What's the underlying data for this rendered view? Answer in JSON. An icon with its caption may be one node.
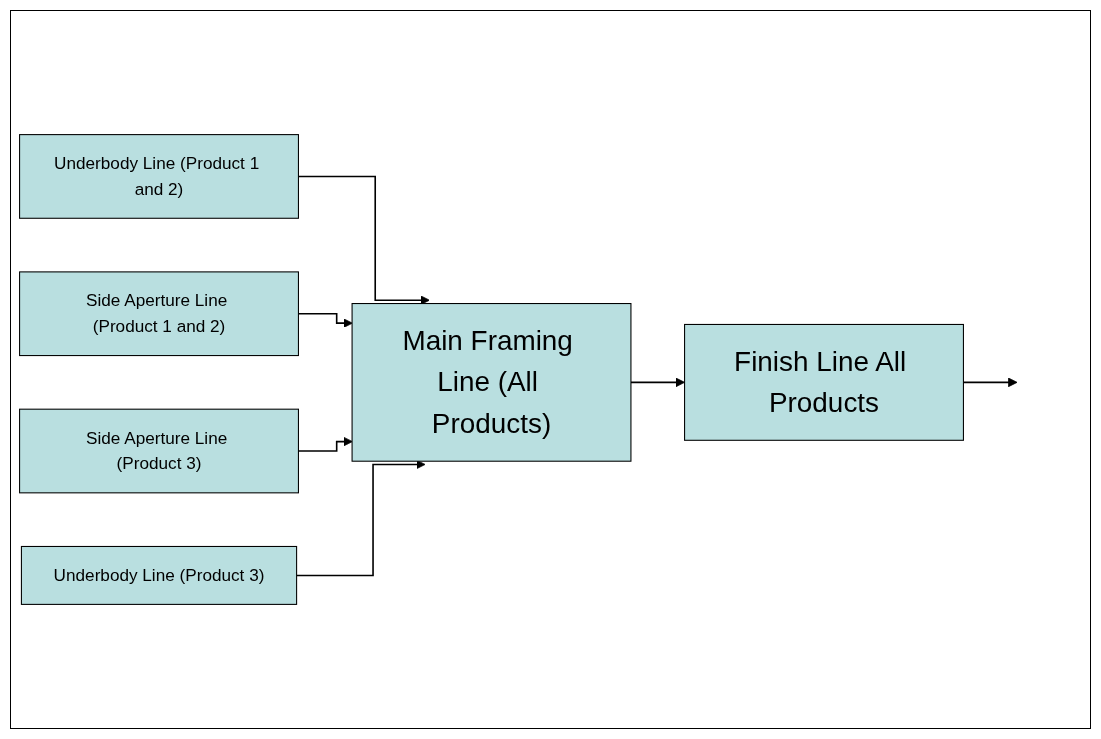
{
  "diagram": {
    "nodes": [
      {
        "text": [
          "Underbody Line (Product 1 and 2)"
        ]
      },
      {
        "text": [
          "Side Aperture Line (Product 1 and 2)"
        ]
      },
      {
        "text": [
          "Finish Line All Products"
        ]
      },
      {
        "text": [
          "Main Framing Line (All Products)"
        ]
      },
      {
        "text": [
          "Side Aperture Line (Product 3)"
        ]
      },
      {
        "text": [
          "Underbody Line (Product 3)"
        ]
      }
    ],
    "edges": [
      {
        "from": 0,
        "to": 3,
        "arrow": "to"
      },
      {
        "from": 1,
        "to": 3,
        "arrow": "to"
      },
      {
        "from": 3,
        "to": 2,
        "arrow": "to"
      },
      {
        "from": 2,
        "to": null,
        "arrow": "to"
      },
      {
        "from": 4,
        "to": 3,
        "arrow": "to"
      },
      {
        "from": 5,
        "to": 3,
        "arrow": "to"
      }
    ]
  }
}
